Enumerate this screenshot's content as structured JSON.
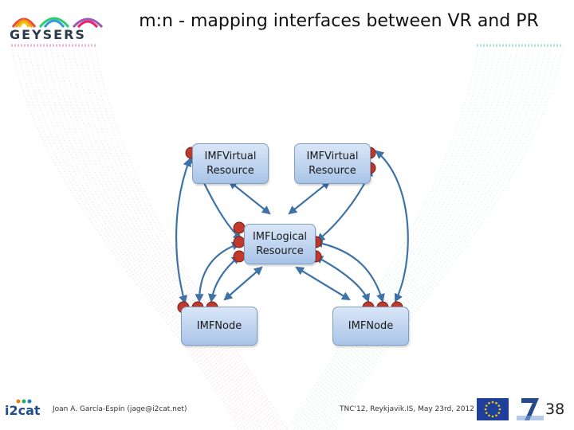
{
  "header": {
    "title": "m:n - mapping interfaces between VR and PR",
    "logo_text": "GEYSERS"
  },
  "nodes": {
    "virtual_resource_1": {
      "line1": "IMFVirtual",
      "line2": "Resource"
    },
    "virtual_resource_2": {
      "line1": "IMFVirtual",
      "line2": "Resource"
    },
    "logical_resource": {
      "line1": "IMFLogical",
      "line2": "Resource"
    },
    "node_1": {
      "label": "IMFNode"
    },
    "node_2": {
      "label": "IMFNode"
    }
  },
  "footer": {
    "i2cat_logo_text": "i2cat",
    "author": "Joan A. García-Espín (jage@i2cat.net)",
    "event": "TNC'12, Reykjavik.IS, May 23rd, 2012",
    "page_number": "38"
  },
  "colors": {
    "box_fill": "#bcd3ef",
    "box_border": "#7f9ec4",
    "edge": "#3f73a8",
    "port": "#c0392b",
    "fan_left": "#e8b3c8",
    "fan_right": "#a8e0d8"
  }
}
